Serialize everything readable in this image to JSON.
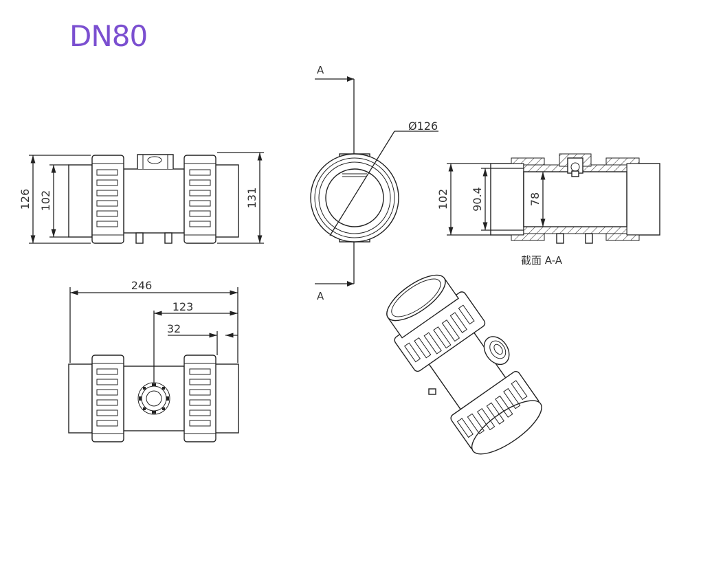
{
  "title": "DN80",
  "side_view": {
    "dim_outer": "126",
    "dim_inner": "102",
    "dim_total": "131"
  },
  "top_view": {
    "dim_length": "246",
    "dim_half": "123",
    "dim_small": "32"
  },
  "end_view": {
    "section_letter_top": "A",
    "section_letter_bottom": "A",
    "dim_diameter": "Ø126"
  },
  "section_view": {
    "dim_a": "102",
    "dim_b": "90.4",
    "dim_c": "78",
    "caption": "截面 A-A"
  }
}
